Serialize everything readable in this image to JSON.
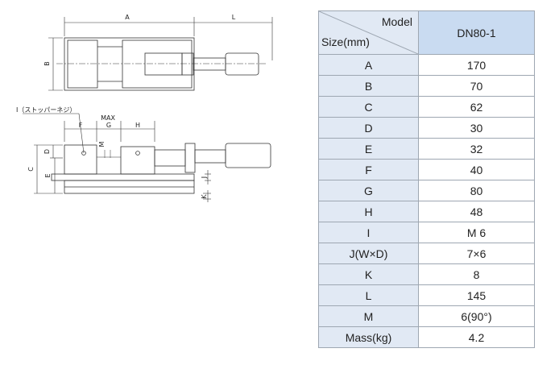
{
  "drawing": {
    "labels": {
      "A": "A",
      "L": "L",
      "B": "B",
      "C": "C",
      "D": "D",
      "E": "E",
      "F": "F",
      "G": "G",
      "H": "H",
      "J": "J",
      "K": "K",
      "M": "M",
      "MAX": "MAX",
      "I_note": "I（ストッパーネジ）"
    }
  },
  "table": {
    "header": {
      "model": "Model",
      "size": "Size(mm)",
      "model_name": "DN80-1"
    },
    "rows": [
      {
        "label": "A",
        "value": "170"
      },
      {
        "label": "B",
        "value": "70"
      },
      {
        "label": "C",
        "value": "62"
      },
      {
        "label": "D",
        "value": "30"
      },
      {
        "label": "E",
        "value": "32"
      },
      {
        "label": "F",
        "value": "40"
      },
      {
        "label": "G",
        "value": "80"
      },
      {
        "label": "H",
        "value": "48"
      },
      {
        "label": "I",
        "value": "M 6"
      },
      {
        "label": "J(W×D)",
        "value": "7×6"
      },
      {
        "label": "K",
        "value": "8"
      },
      {
        "label": "L",
        "value": "145"
      },
      {
        "label": "M",
        "value": "6(90°)"
      },
      {
        "label": "Mass(kg)",
        "value": "4.2"
      }
    ]
  }
}
